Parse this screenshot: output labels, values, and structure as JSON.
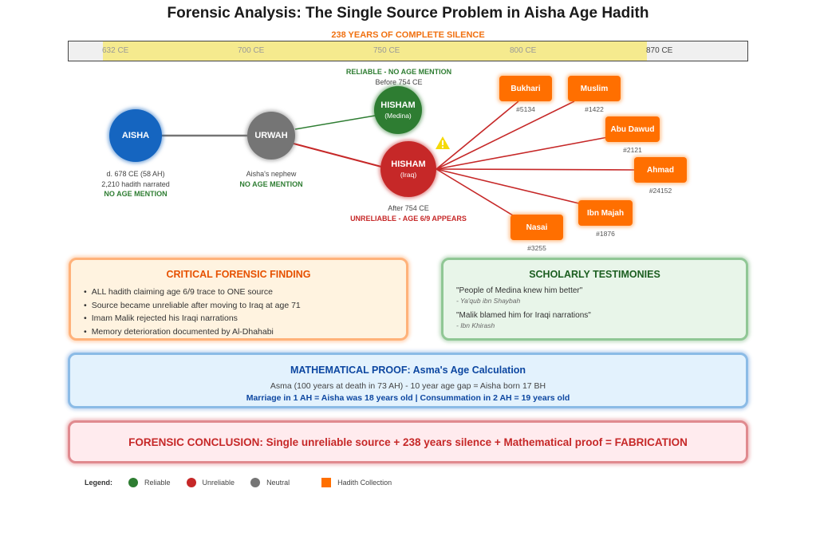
{
  "title": "Forensic Analysis: The Single Source Problem in Aisha Age Hadith",
  "timeline": {
    "highlight_label": "238 YEARS OF COMPLETE SILENCE",
    "ticks": [
      "632 CE",
      "700 CE",
      "750 CE",
      "800 CE",
      "870 CE"
    ],
    "silence_range_ce": [
      632,
      870
    ]
  },
  "colors": {
    "reliable": "#2e7d32",
    "unreliable": "#c62828",
    "neutral": "#757575",
    "source": "#1565c0",
    "collection": "#ff6f00"
  },
  "nodes": {
    "aisha": {
      "name": "AISHA",
      "caption": [
        "d. 678 CE (58 AH)",
        "2,210 hadith narrated"
      ],
      "status": "NO AGE MENTION"
    },
    "urwah": {
      "name": "URWAH",
      "caption": [
        "Aisha's nephew"
      ],
      "status": "NO AGE MENTION"
    },
    "hisham_medina": {
      "name": "HISHAM",
      "sub": "(Medina)",
      "status": "RELIABLE - NO AGE MENTION",
      "caption": "Before 754 CE"
    },
    "hisham_iraq": {
      "name": "HISHAM",
      "sub": "(Iraq)",
      "caption": "After 754 CE",
      "status": "UNRELIABLE - AGE 6/9 APPEARS",
      "warning_icon": "warning-triangle"
    }
  },
  "collections": [
    {
      "name": "Bukhari",
      "number": "#5134"
    },
    {
      "name": "Muslim",
      "number": "#1422"
    },
    {
      "name": "Abu Dawud",
      "number": "#2121"
    },
    {
      "name": "Ahmad",
      "number": "#24152"
    },
    {
      "name": "Ibn Majah",
      "number": "#1876"
    },
    {
      "name": "Nasai",
      "number": "#3255"
    }
  ],
  "critical": {
    "heading": "CRITICAL FORENSIC FINDING",
    "items": [
      "ALL hadith claiming age 6/9 trace to ONE source",
      "Source became unreliable after moving to Iraq at age 71",
      "Imam Malik rejected his Iraqi narrations",
      "Memory deterioration documented by Al-Dhahabi"
    ]
  },
  "scholarly": {
    "heading": "SCHOLARLY TESTIMONIES",
    "quotes": [
      {
        "text": "\"People of Medina knew him better\"",
        "author": "- Ya'qub ibn Shaybah"
      },
      {
        "text": "\"Malik blamed him for Iraqi narrations\"",
        "author": "- Ibn Khirash"
      }
    ]
  },
  "math": {
    "heading": "MATHEMATICAL PROOF: Asma's Age Calculation",
    "equation": "Asma (100 years at death in 73 AH) - 10 year age gap = Aisha born 17 BH",
    "result": "Marriage in 1 AH = Aisha was 18 years old | Consummation in 2 AH = 19 years old"
  },
  "conclusion": "FORENSIC CONCLUSION: Single unreliable source + 238 years silence + Mathematical proof = FABRICATION",
  "legend": {
    "title": "Legend:",
    "items": [
      "Reliable",
      "Unreliable",
      "Neutral",
      "Hadith Collection"
    ]
  }
}
